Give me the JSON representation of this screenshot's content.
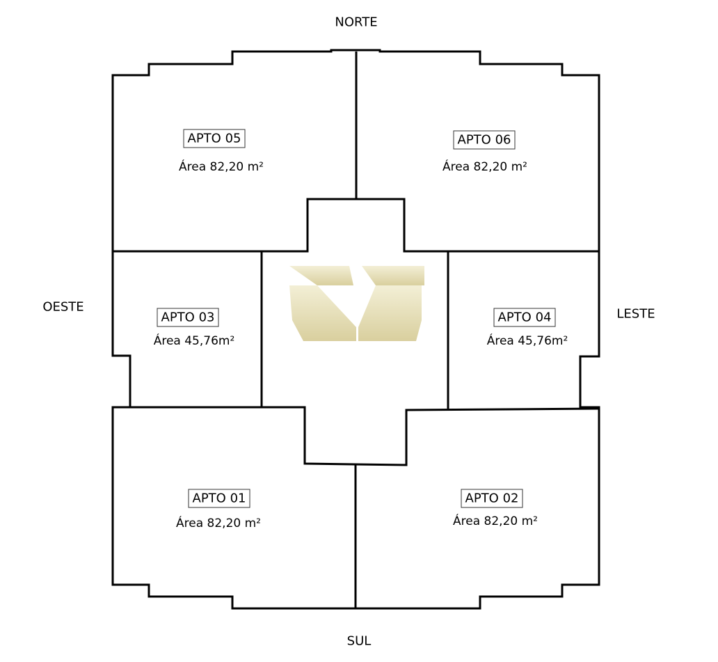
{
  "compass": {
    "north": "NORTE",
    "south": "SUL",
    "west": "OESTE",
    "east": "LESTE"
  },
  "apartments": [
    {
      "name": "APTO 05",
      "area": "Área 82,20 m²"
    },
    {
      "name": "APTO 06",
      "area": "Área 82,20 m²"
    },
    {
      "name": "APTO 03",
      "area": "Área 45,76m²"
    },
    {
      "name": "APTO 04",
      "area": "Área 45,76m²"
    },
    {
      "name": "APTO 01",
      "area": "Área 82,20 m²"
    },
    {
      "name": "APTO 02",
      "area": "Área 82,20 m²"
    }
  ],
  "colors": {
    "wall": "#000000",
    "logo_light": "#f3efd6",
    "logo_dark": "#d9cf9e"
  }
}
